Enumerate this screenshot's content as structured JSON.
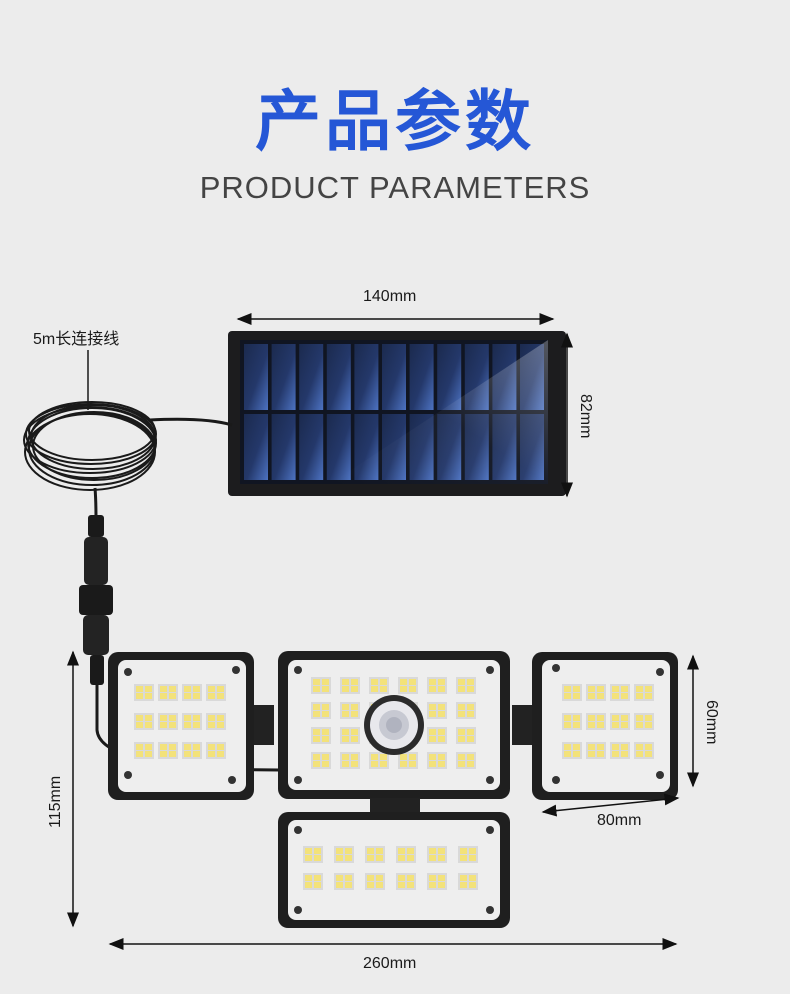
{
  "header": {
    "title_cn": "产品参数",
    "title_en": "PRODUCT PARAMETERS"
  },
  "labels": {
    "cable": "5m长连接线",
    "panel_width": "140mm",
    "panel_height": "82mm",
    "side_height": "60mm",
    "side_width": "80mm",
    "total_height": "115mm",
    "total_width": "260mm"
  },
  "colors": {
    "title": "#2557d6",
    "background": "#ececec",
    "panel_frame": "#1c1c1e",
    "cell": "#1f2f56",
    "led": "#f3e27a",
    "housing": "#222222"
  }
}
